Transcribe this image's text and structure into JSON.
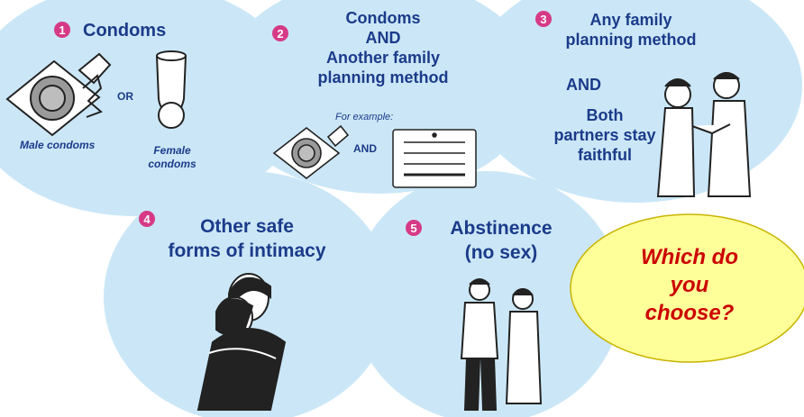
{
  "options": [
    {
      "number": "1",
      "title": "Condoms",
      "or_label": "OR",
      "male_caption": "Male condoms",
      "female_caption": "Female condoms"
    },
    {
      "number": "2",
      "title_line1": "Condoms",
      "title_line2": "AND",
      "title_line3": "Another family",
      "title_line4": "planning method",
      "example_label": "For example:",
      "and_label": "AND"
    },
    {
      "number": "3",
      "title_line1": "Any family",
      "title_line2": "planning method",
      "and_label": "AND",
      "body_line1": "Both",
      "body_line2": "partners stay",
      "body_line3": "faithful"
    },
    {
      "number": "4",
      "title_line1": "Other safe",
      "title_line2": "forms of intimacy"
    },
    {
      "number": "5",
      "title_line1": "Abstinence",
      "title_line2": "(no sex)"
    }
  ],
  "question": {
    "line1": "Which do",
    "line2": "you",
    "line3": "choose?"
  },
  "colors": {
    "bubble": "#cbe7f7",
    "number_badge": "#d63a86",
    "text": "#1b3b8a",
    "question_fill": "#ffff99",
    "question_text": "#cc0000"
  }
}
